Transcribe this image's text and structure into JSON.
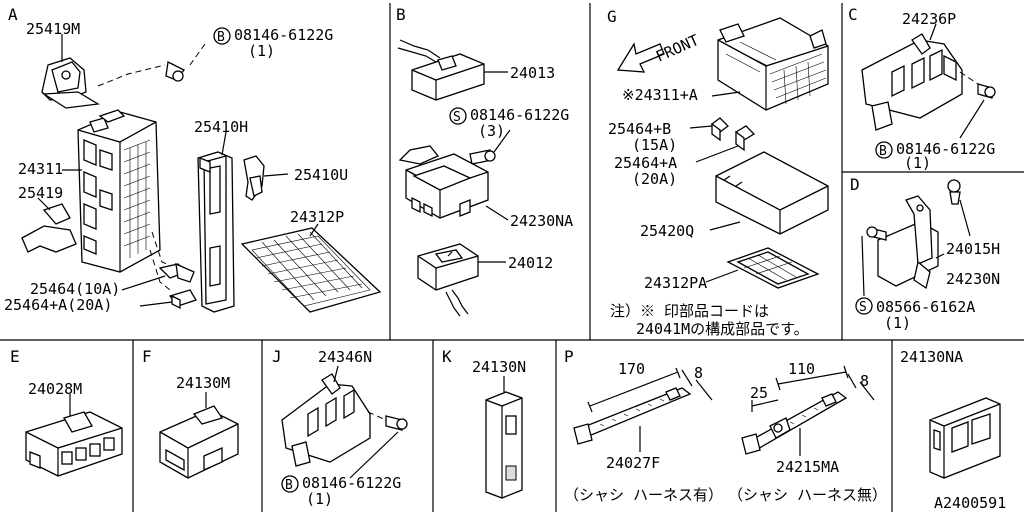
{
  "sections": {
    "A": "A",
    "B": "B",
    "G": "G",
    "C": "C",
    "D": "D",
    "E": "E",
    "F": "F",
    "J": "J",
    "K": "K",
    "P": "P"
  },
  "parts": {
    "A": {
      "p1": "25419M",
      "p2": "B",
      "p2num": "08146-6122G",
      "p2qty": "(1)",
      "p3": "25410H",
      "p4": "24311",
      "p5": "25410U",
      "p6": "25419",
      "p7": "24312P",
      "p8": "25464(10A)",
      "p9": "25464+A(20A)"
    },
    "B": {
      "p1": "24013",
      "p2": "S",
      "p2num": "08146-6122G",
      "p2qty": "(3)",
      "p3": "24230NA",
      "p4": "24012"
    },
    "G": {
      "front": "FRONT",
      "p1": "※24311+A",
      "p2": "25464+B",
      "p2a": "(15A)",
      "p3": "25464+A",
      "p3a": "(20A)",
      "p4": "25420Q",
      "p5": "24312PA",
      "note1": "注）※ 印部品コードは",
      "note2": "24041Mの構成部品です。"
    },
    "C": {
      "p1": "24236P",
      "p2": "B",
      "p2num": "08146-6122G",
      "p2qty": "(1)"
    },
    "D": {
      "p1": "24015H",
      "p2": "24230N",
      "p3": "S",
      "p3num": "08566-6162A",
      "p3qty": "(1)"
    },
    "E": {
      "p1": "24028M"
    },
    "F": {
      "p1": "24130M"
    },
    "J": {
      "p1": "24346N",
      "p2": "B",
      "p2num": "08146-6122G",
      "p2qty": "(1)"
    },
    "K": {
      "p1": "24130N"
    },
    "P": {
      "d1": "170",
      "d2": "8",
      "p1": "24027F",
      "cap1": "（シャシ ハーネス有）",
      "d3": "110",
      "d4": "25",
      "d5": "8",
      "p2": "24215MA",
      "cap2": "（シャシ ハーネス無）"
    },
    "NA": {
      "p1": "24130NA"
    }
  },
  "figure_id": "A2400591"
}
